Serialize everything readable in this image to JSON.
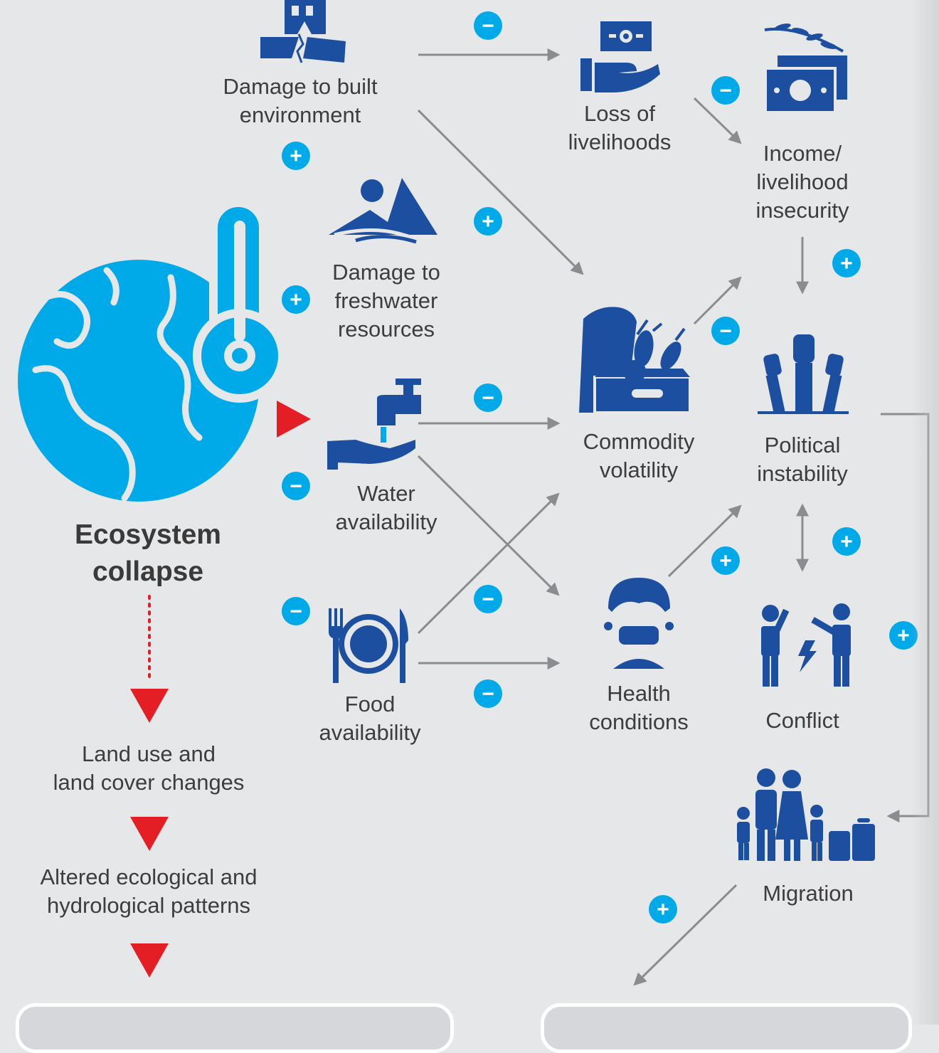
{
  "nodes": {
    "damage_built": "Damage to built\nenvironment",
    "loss_livelihoods": "Loss of\nlivelihoods",
    "income_insecurity": "Income/\nlivelihood\ninsecurity",
    "damage_freshwater": "Damage to\nfreshwater\nresources",
    "water_availability": "Water\navailability",
    "commodity_volatility": "Commodity\nvolatility",
    "political_instability": "Political\ninstability",
    "food_availability": "Food\navailability",
    "health_conditions": "Health\nconditions",
    "conflict": "Conflict",
    "migration": "Migration"
  },
  "left_column": {
    "title": "Ecosystem\ncollapse",
    "step1": "Land use and\nland cover changes",
    "step2": "Altered ecological and\nhydrological patterns"
  },
  "signs": {
    "plus": "+",
    "minus": "−"
  },
  "colors": {
    "background": "#e6e7e9",
    "icon_blue": "#1d4fa0",
    "light_blue": "#00a9e8",
    "arrow_gray": "#8a8c8f",
    "red": "#e31e24",
    "text": "#3d3d3d"
  },
  "icons": [
    "globe-thermometer-icon",
    "building-damage-icon",
    "money-hand-icon",
    "grain-money-icon",
    "river-mountain-icon",
    "faucet-hand-icon",
    "grocery-box-icon",
    "raised-fists-icon",
    "plate-cutlery-icon",
    "masked-person-icon",
    "fighting-people-icon",
    "family-luggage-icon"
  ]
}
